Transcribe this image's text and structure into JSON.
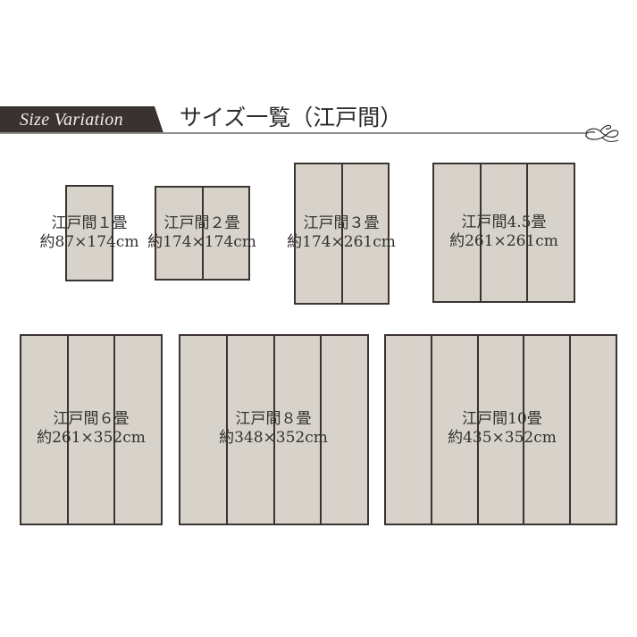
{
  "header": {
    "badge": "Size Variation",
    "title": "サイズ一覧（江戸間）"
  },
  "colors": {
    "banner": "#3a3230",
    "mat_fill": "#d8d3ca",
    "mat_border": "#3b3330",
    "rule": "#8c8c8c",
    "text": "#333030"
  },
  "sizes": [
    {
      "name": "江戸間１畳",
      "dims": "約87×174cm",
      "panels": 1
    },
    {
      "name": "江戸間２畳",
      "dims": "約174×174cm",
      "panels": 2
    },
    {
      "name": "江戸間３畳",
      "dims": "約174×261cm",
      "panels": 2
    },
    {
      "name": "江戸間4.5畳",
      "dims": "約261×261cm",
      "panels": 3
    },
    {
      "name": "江戸間６畳",
      "dims": "約261×352cm",
      "panels": 3
    },
    {
      "name": "江戸間８畳",
      "dims": "約348×352cm",
      "panels": 4
    },
    {
      "name": "江戸間10畳",
      "dims": "約435×352cm",
      "panels": 5
    }
  ]
}
